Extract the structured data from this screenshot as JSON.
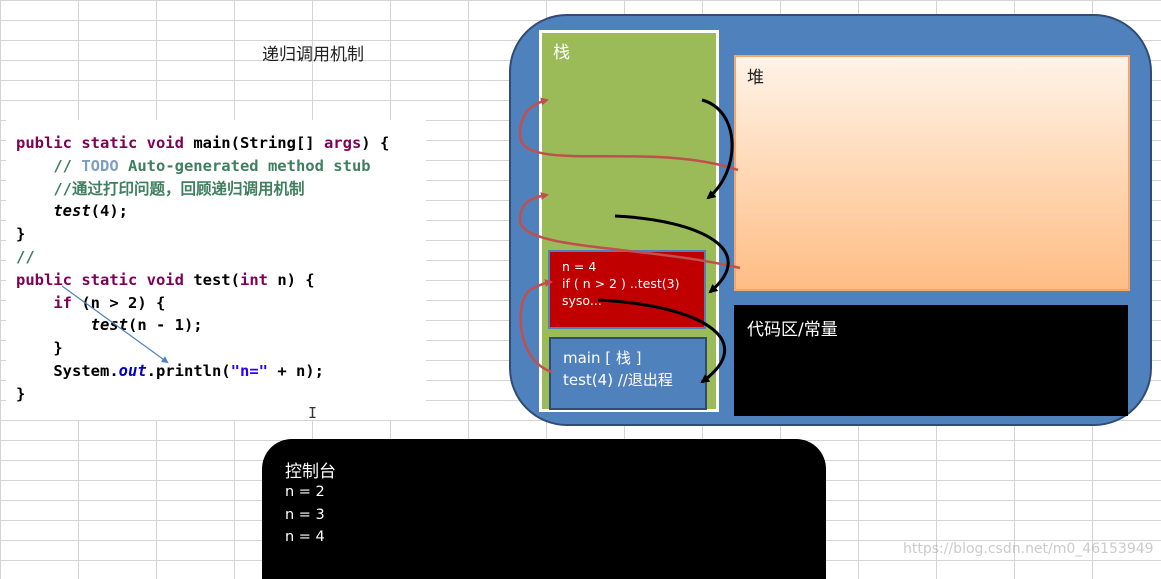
{
  "title": "递归调用机制",
  "code": {
    "lines": [
      [
        {
          "t": "public static void ",
          "c": "kw"
        },
        {
          "t": "main(String[] "
        },
        {
          "t": "args",
          "c": "kw"
        },
        {
          "t": ") {"
        }
      ],
      [
        {
          "t": "    // ",
          "c": "cm"
        },
        {
          "t": "TODO",
          "c": "todo"
        },
        {
          "t": " Auto-generated method stub",
          "c": "cm"
        }
      ],
      [
        {
          "t": "    //通过打印问题，回顾递归调用机制",
          "c": "cm"
        }
      ],
      [
        {
          "t": "    "
        },
        {
          "t": "test",
          "c": "it"
        },
        {
          "t": "(4);"
        }
      ],
      [
        {
          "t": "}"
        }
      ],
      [
        {
          "t": "//",
          "c": "cm"
        }
      ],
      [
        {
          "t": "public static void ",
          "c": "kw"
        },
        {
          "t": "test("
        },
        {
          "t": "int ",
          "c": "kw"
        },
        {
          "t": "n) {"
        }
      ],
      [
        {
          "t": "    "
        },
        {
          "t": "if ",
          "c": "kw"
        },
        {
          "t": "(n > 2) {"
        }
      ],
      [
        {
          "t": "        "
        },
        {
          "t": "test",
          "c": "it"
        },
        {
          "t": "(n - 1);"
        }
      ],
      [
        {
          "t": "    }"
        }
      ],
      [
        {
          "t": "    System."
        },
        {
          "t": "out",
          "c": "fld"
        },
        {
          "t": ".println("
        },
        {
          "t": "\"n=\"",
          "c": "str"
        },
        {
          "t": " + n);"
        }
      ],
      [
        {
          "t": "}"
        }
      ]
    ],
    "cursor": "I"
  },
  "memory": {
    "stack_label": "栈",
    "heap_label": "堆",
    "code_area_label": "代码区/常量",
    "frame_test": [
      "n  = 4",
      "if ( n > 2 ) ..test(3)",
      "syso..."
    ],
    "frame_main": [
      "main [ 栈 ]",
      "test(4) //退出程"
    ]
  },
  "console": {
    "title": "控制台",
    "lines": [
      "n = 2",
      "n = 3",
      "n = 4"
    ]
  },
  "watermark": "https://blog.csdn.net/m0_46153949",
  "colors": {
    "memory_bg": "#4f81bd",
    "stack_bg": "#9bbb59",
    "frame_test_bg": "#c00000",
    "code_area_bg": "#000000",
    "console_bg": "#000000",
    "arrow_red": "#c0504d",
    "arrow_black": "#000000"
  }
}
